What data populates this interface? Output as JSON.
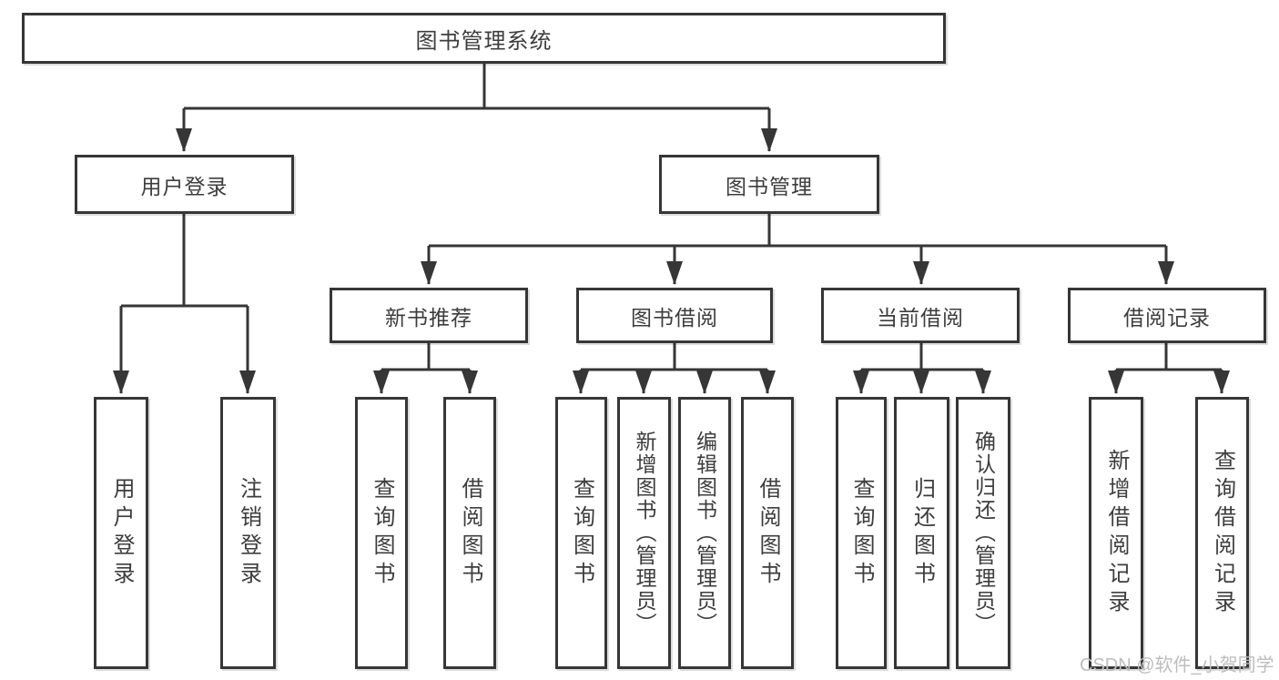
{
  "tree": {
    "root": {
      "label": "图书管理系统",
      "children": [
        {
          "label": "用户登录",
          "children": [
            {
              "label": "用户登录"
            },
            {
              "label": "注销登录"
            }
          ]
        },
        {
          "label": "图书管理",
          "children": [
            {
              "label": "新书推荐",
              "children": [
                {
                  "label": "查询图书"
                },
                {
                  "label": "借阅图书"
                }
              ]
            },
            {
              "label": "图书借阅",
              "children": [
                {
                  "label": "查询图书"
                },
                {
                  "label": "新增图书（管理员）"
                },
                {
                  "label": "编辑图书（管理员）"
                },
                {
                  "label": "借阅图书"
                }
              ]
            },
            {
              "label": "当前借阅",
              "children": [
                {
                  "label": "查询图书"
                },
                {
                  "label": "归还图书"
                },
                {
                  "label": "确认归还（管理员）"
                }
              ]
            },
            {
              "label": "借阅记录",
              "children": [
                {
                  "label": "新增借阅记录"
                },
                {
                  "label": "查询借阅记录"
                }
              ]
            }
          ]
        }
      ]
    }
  },
  "watermark": {
    "text": "CSDN @软件_小贺同学"
  },
  "colors": {
    "line": "#363636",
    "text": "#3d3d3d",
    "watermark": "#bdbdbd",
    "background": "#ffffff"
  }
}
